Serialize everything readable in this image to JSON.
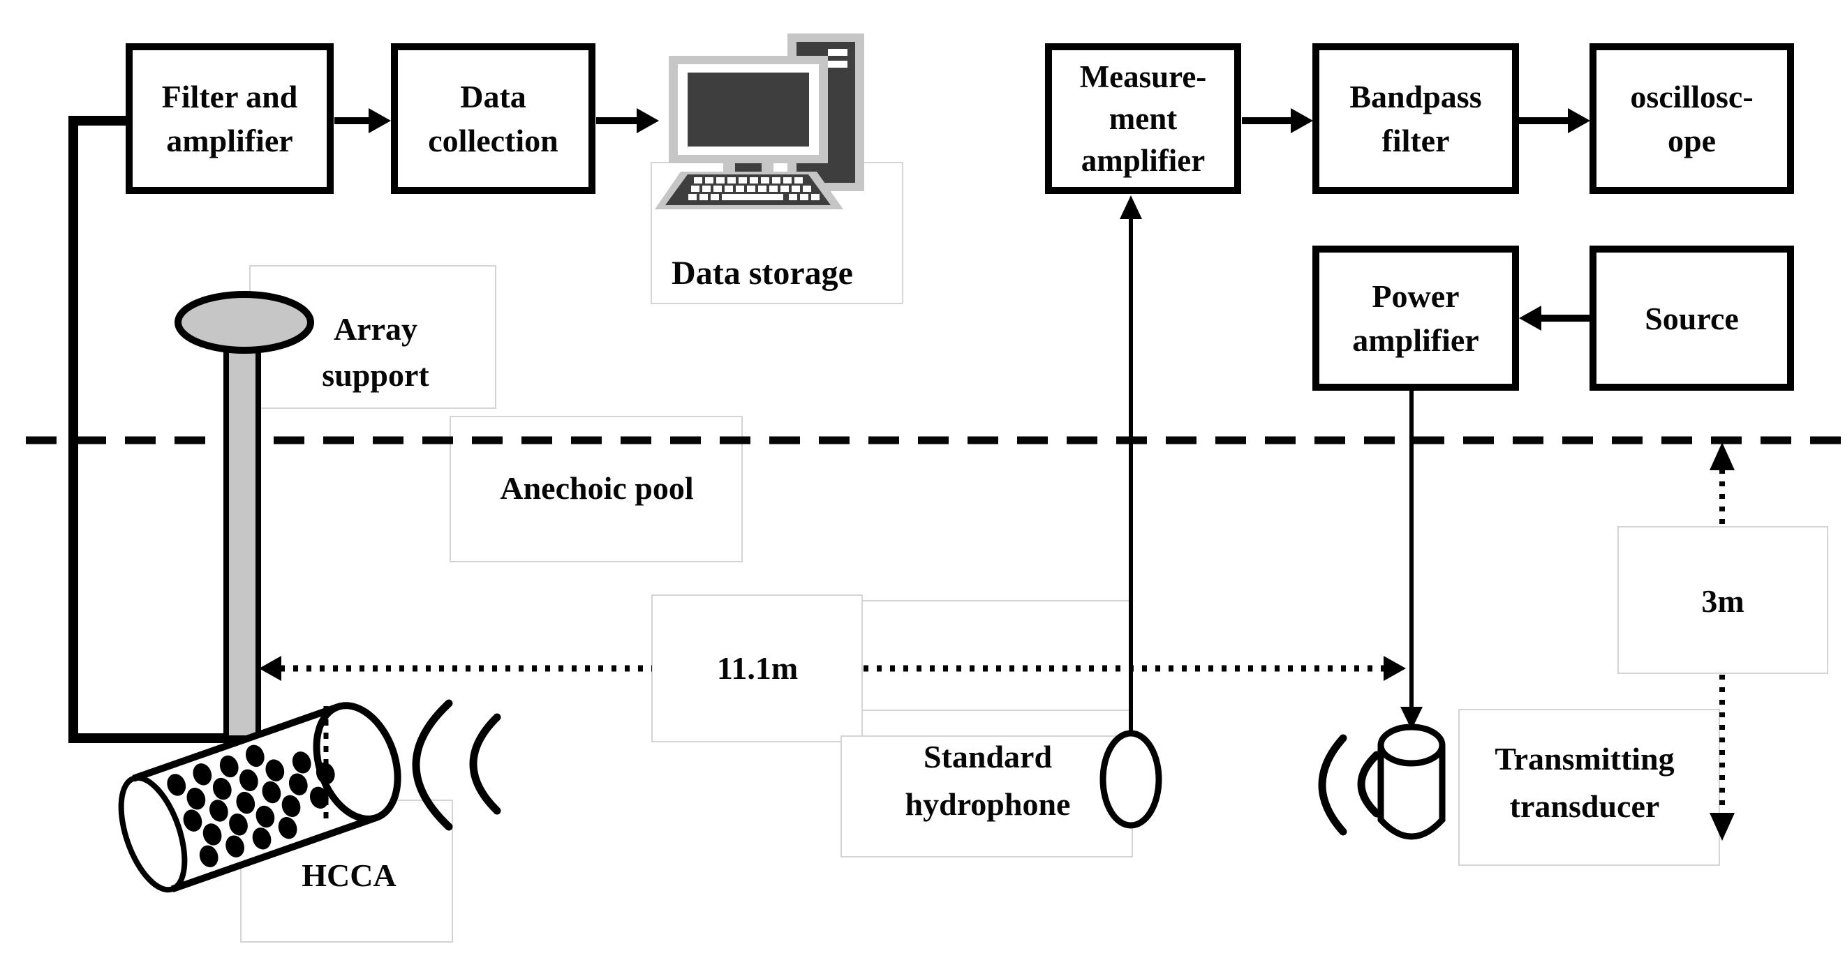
{
  "diagram": {
    "boxes": {
      "filter_amplifier": {
        "line1": "Filter and",
        "line2": "amplifier"
      },
      "data_collection": {
        "line1": "Data",
        "line2": "collection"
      },
      "measurement_amplifier": {
        "line1": "Measure-",
        "line2": "ment",
        "line3": "amplifier"
      },
      "bandpass_filter": {
        "line1": "Bandpass",
        "line2": "filter"
      },
      "oscilloscope": {
        "line1": "oscillosc-",
        "line2": "ope"
      },
      "power_amplifier": {
        "line1": "Power",
        "line2": "amplifier"
      },
      "source": {
        "line1": "Source"
      }
    },
    "labels": {
      "data_storage": "Data storage",
      "array_support": {
        "line1": "Array",
        "line2": "support"
      },
      "anechoic_pool": "Anechoic pool",
      "distance_horizontal": "11.1m",
      "standard_hydrophone": {
        "line1": "Standard",
        "line2": "hydrophone"
      },
      "hcca": "HCCA",
      "transmitting_transducer": {
        "line1": "Transmitting",
        "line2": "transducer"
      },
      "distance_vertical": "3m"
    },
    "icons": {
      "computer": "desktop-computer-icon",
      "array": "cylindrical-array-icon",
      "hydrophone": "hydrophone-icon",
      "transducer": "transducer-icon",
      "waves": "sound-wave-arcs-icon"
    },
    "colors": {
      "ink": "#000000",
      "dark_gray": "#3e3e3e",
      "light_gray": "#c6c6c6",
      "frame_gray": "#d4d4d4",
      "background": "#ffffff"
    }
  }
}
